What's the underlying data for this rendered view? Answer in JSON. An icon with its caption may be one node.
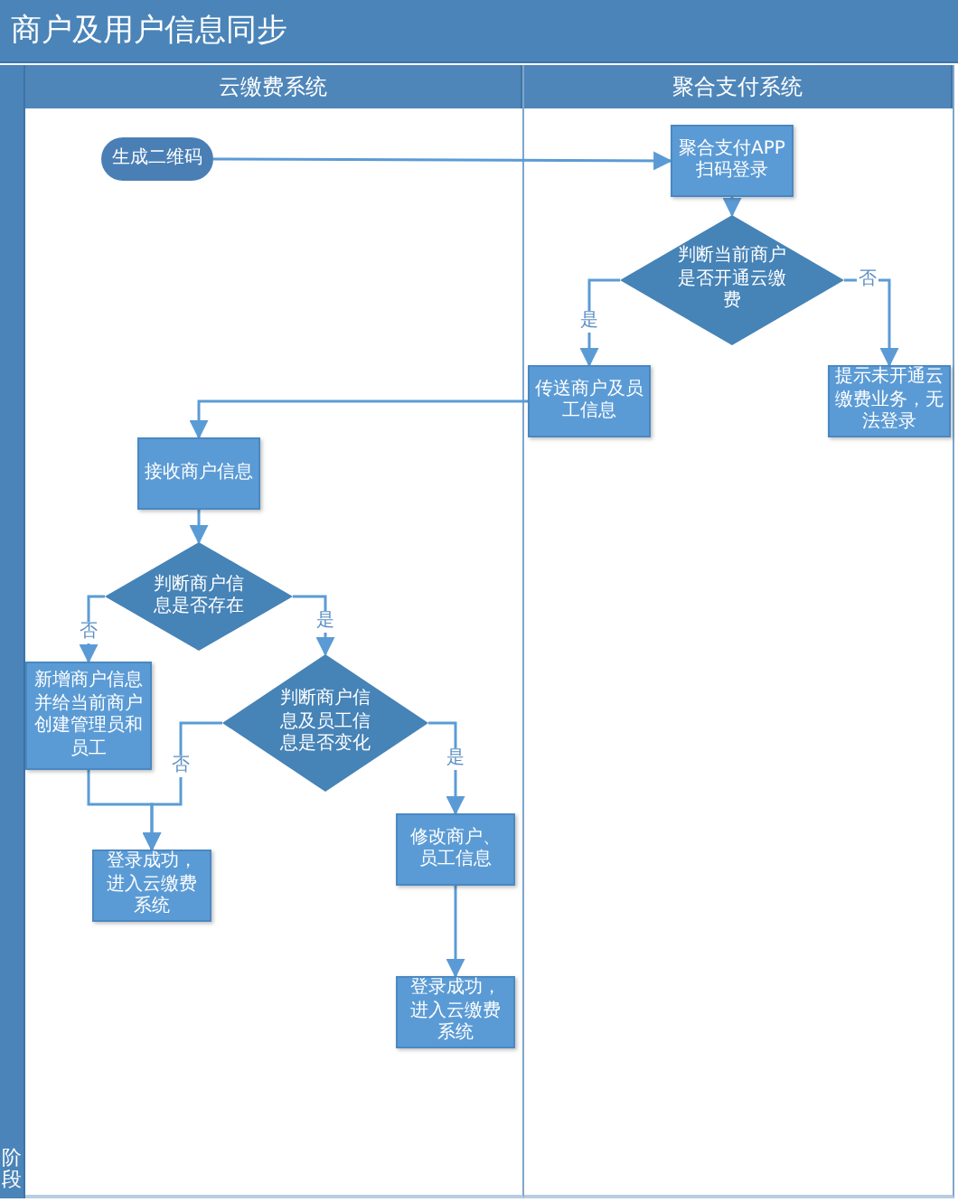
{
  "diagram": {
    "title": "商户及用户信息同步",
    "nodes": [
      {
        "text": [
          "云缴费系统"
        ]
      },
      {
        "text": [
          "聚合支付系统"
        ]
      },
      {
        "text": [
          "生成二维码"
        ],
        "in": 0
      },
      {
        "text": [
          "聚合支付APP扫码登录"
        ],
        "in": 1
      },
      {
        "text": [
          "判断当前商户是否开通云缴费"
        ],
        "in": 1
      },
      {
        "text": [
          "传送商户及员工信息"
        ],
        "in": 1
      },
      {
        "text": [
          "提示未开通云缴费业务，无法登录"
        ],
        "in": 1
      },
      {
        "text": [
          "接收商户信息"
        ],
        "in": 0
      },
      {
        "text": [
          "判断商户信息是否存在"
        ],
        "in": 0
      },
      {
        "text": [
          "新增商户信息并给当前商户创建管理员和员工"
        ],
        "in": 0
      },
      {
        "text": [
          "判断商户信息及员工信息是否变化"
        ],
        "in": 0
      },
      {
        "text": [
          "登录成功，进入云缴费系统"
        ],
        "in": 0
      },
      {
        "text": [
          "修改商户、员工信息"
        ],
        "in": 0
      },
      {
        "text": [
          "登录成功，进入云缴费系统"
        ],
        "in": 0
      }
    ],
    "edges": [
      {
        "from": 2,
        "to": 3,
        "arrow": "to"
      },
      {
        "from": 3,
        "to": 4,
        "arrow": "to"
      },
      {
        "from": 4,
        "to": 5,
        "arrow": "to",
        "label": "是"
      },
      {
        "from": 4,
        "to": 6,
        "arrow": "to",
        "label": "否"
      },
      {
        "from": 5,
        "to": 7,
        "arrow": "to"
      },
      {
        "from": 7,
        "to": 8,
        "arrow": "to"
      },
      {
        "from": 8,
        "to": 9,
        "arrow": "to",
        "label": "否"
      },
      {
        "from": 8,
        "to": 10,
        "arrow": "to",
        "label": "是"
      },
      {
        "from": 9,
        "to": 11,
        "arrow": "to"
      },
      {
        "from": 10,
        "to": 11,
        "arrow": "to",
        "label": "否"
      },
      {
        "from": 10,
        "to": 12,
        "arrow": "to",
        "label": "是"
      },
      {
        "from": 12,
        "to": 13,
        "arrow": "to"
      }
    ],
    "labels": [
      "阶段"
    ]
  }
}
